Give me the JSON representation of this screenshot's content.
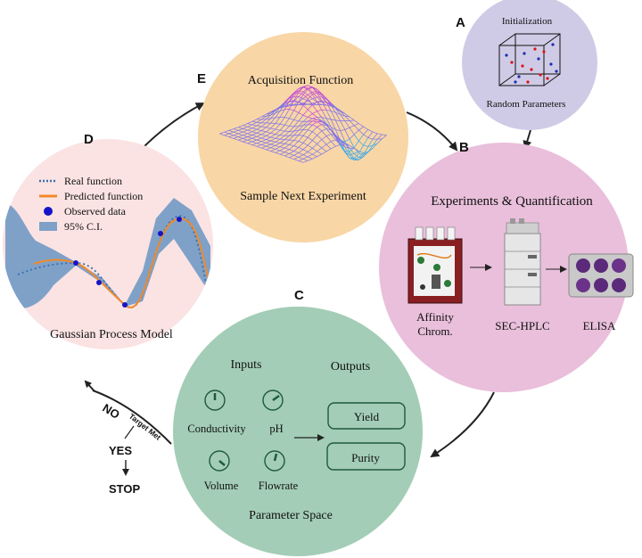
{
  "panels": {
    "a": {
      "letter": "A",
      "title": "Initialization",
      "subtitle": "Random Parameters"
    },
    "b": {
      "letter": "B",
      "title": "Experiments & Quantification",
      "steps": [
        {
          "label_line1": "Affinity",
          "label_line2": "Chrom."
        },
        {
          "label_line1": "SEC-HPLC",
          "label_line2": ""
        },
        {
          "label_line1": "ELISA",
          "label_line2": ""
        }
      ]
    },
    "c": {
      "letter": "C",
      "inputs_title": "Inputs",
      "outputs_title": "Outputs",
      "inputs": [
        "Conductivity",
        "pH",
        "Volume",
        "Flowrate"
      ],
      "outputs": [
        "Yield",
        "Purity"
      ],
      "footer": "Parameter Space"
    },
    "d": {
      "letter": "D",
      "legend": [
        "Real function",
        "Predicted function",
        "Observed data",
        "95% C.I."
      ],
      "footer": "Gaussian Process Model"
    },
    "e": {
      "letter": "E",
      "title": "Acquisition Function",
      "footer": "Sample Next Experiment"
    }
  },
  "decision": {
    "no": "NO",
    "condition": "Target Met",
    "yes": "YES",
    "stop": "STOP"
  },
  "colors": {
    "panel_a": "#cfcbe6",
    "panel_b": "#e9bfdb",
    "panel_c": "#a3cdb6",
    "panel_d": "#fbe3e3",
    "panel_e": "#f8d6a6",
    "c_accent": "#1f6a45",
    "stop": "#1f7a4a",
    "ci_band": "#7fa1c8",
    "predicted": "#f08a2a",
    "real": "#3a6fb0",
    "observed": "#1414c8"
  }
}
